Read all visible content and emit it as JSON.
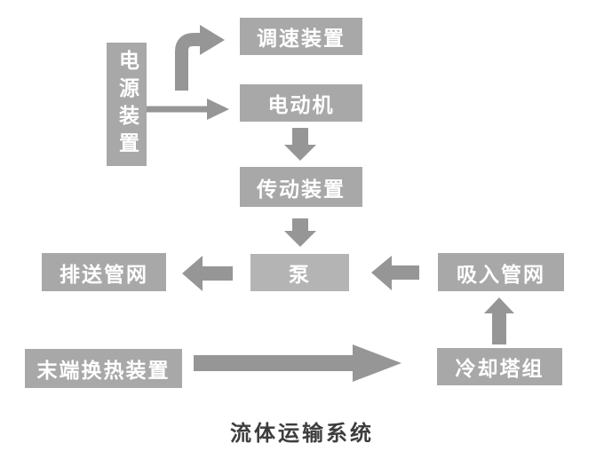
{
  "title": "流体运输系统",
  "nodes": {
    "power_supply": "电源装置",
    "speed_control": "调速装置",
    "motor": "电动机",
    "transmission": "传动装置",
    "pump": "泵",
    "discharge_network": "排送管网",
    "suction_network": "吸入管网",
    "terminal_heat_exchange": "末端换热装置",
    "cooling_tower": "冷却塔组"
  },
  "edges": [
    {
      "from": "power_supply",
      "to": "speed_control",
      "style": "elbow-up-right"
    },
    {
      "from": "power_supply",
      "to": "motor",
      "style": "straight-right"
    },
    {
      "from": "motor",
      "to": "transmission",
      "style": "straight-down"
    },
    {
      "from": "transmission",
      "to": "pump",
      "style": "straight-down"
    },
    {
      "from": "pump",
      "to": "discharge_network",
      "style": "straight-left"
    },
    {
      "from": "suction_network",
      "to": "pump",
      "style": "straight-left"
    },
    {
      "from": "cooling_tower",
      "to": "suction_network",
      "style": "straight-up"
    },
    {
      "from": "terminal_heat_exchange",
      "to": "cooling_tower",
      "style": "long-thick-right"
    }
  ],
  "colors": {
    "box_fill": "#a8a8a8",
    "pump_box_fill": "#b4b4b4",
    "arrow_fill": "#969696",
    "box_text": "#ffffff",
    "title_text": "#3d3d3d",
    "background": "#ffffff"
  }
}
